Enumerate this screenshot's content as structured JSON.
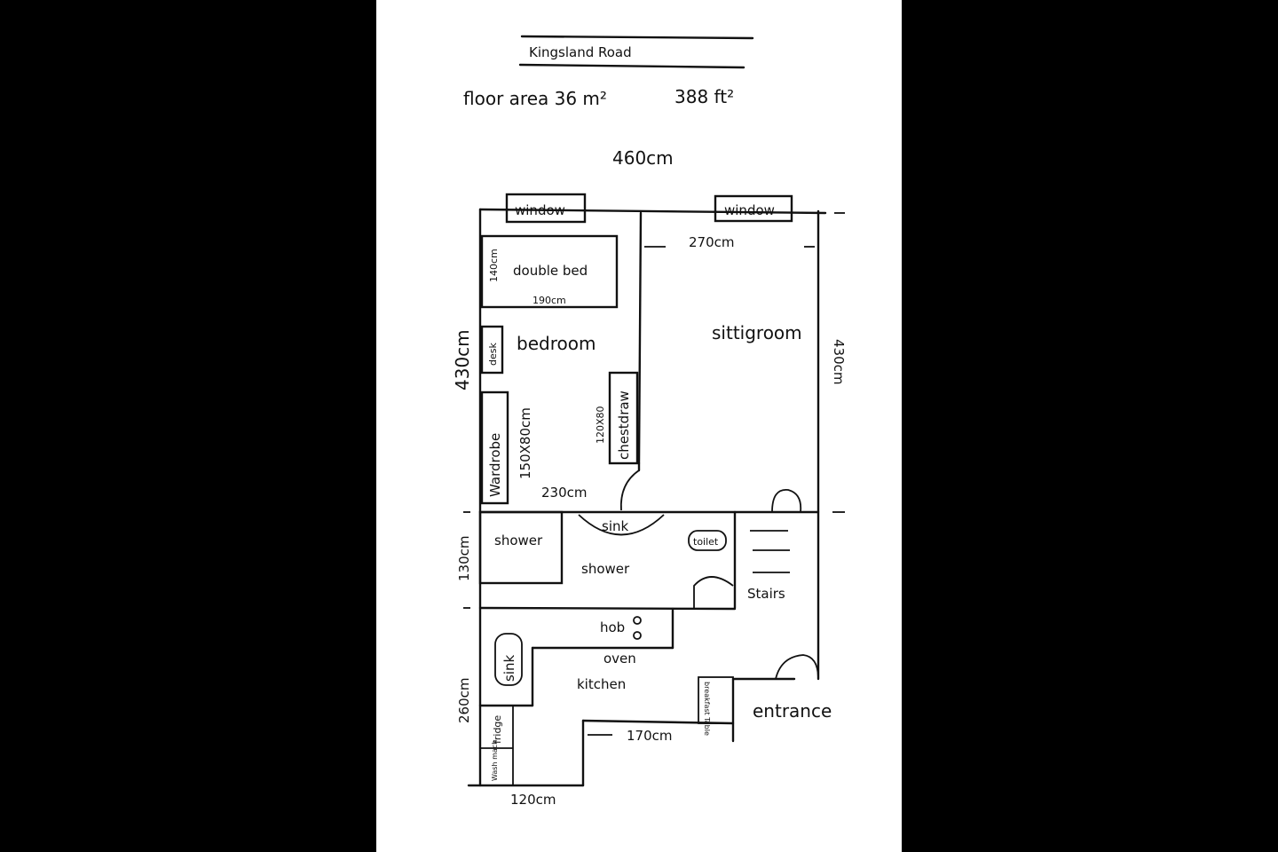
{
  "title": {
    "street": "Kingsland Road"
  },
  "area": {
    "metric": "floor area 36 m²",
    "imperial": "388 ft²"
  },
  "dimensions": {
    "total_width": "460cm",
    "sitting_width": "270cm",
    "left_height": "430cm",
    "right_height": "430cm",
    "bedroom_width": "230cm",
    "bathroom_height": "130cm",
    "kitchen_height": "260cm",
    "kitchen_bottom": "120cm",
    "kitchen_step": "170cm",
    "bed_width": "140cm",
    "bed_length": "190cm",
    "wardrobe_size": "150X80cm",
    "chest_size": "120X80"
  },
  "labels": {
    "window_left": "window",
    "window_right": "window",
    "double_bed": "double bed",
    "bedroom": "bedroom",
    "desk": "desk",
    "wardrobe": "Wardrobe",
    "chest": "chestdraw",
    "sitting_room": "sittigroom",
    "shower_tray": "shower",
    "shower_room": "shower",
    "bath_sink": "sink",
    "toilet": "toilet",
    "stairs": "Stairs",
    "hob": "hob",
    "oven": "oven",
    "kitchen": "kitchen",
    "kitchen_sink": "sink",
    "fridge": "fridge",
    "washer": "Wash mach.",
    "breakfast_table": "breakfast Table",
    "entrance": "entrance"
  }
}
